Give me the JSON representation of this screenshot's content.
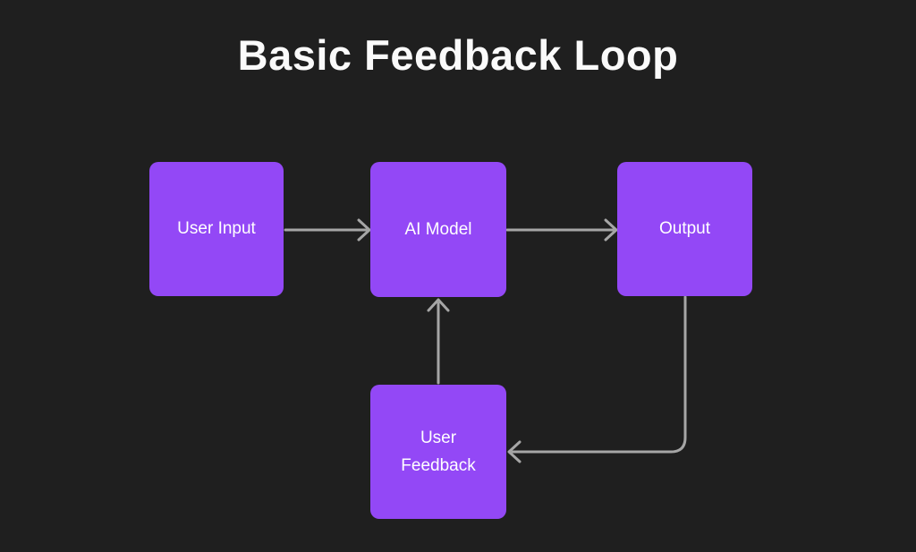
{
  "title": "Basic Feedback Loop",
  "colors": {
    "background": "#1f1f1f",
    "node_fill": "#9348f6",
    "node_text": "#ffffff",
    "connector": "#a6a6a6",
    "title_text": "#fafafa"
  },
  "nodes": [
    {
      "id": "user-input",
      "label": "User Input"
    },
    {
      "id": "ai-model",
      "label": "AI Model"
    },
    {
      "id": "output",
      "label": "Output"
    },
    {
      "id": "user-feedback",
      "label": "User Feedback"
    }
  ],
  "edges": [
    {
      "from": "User Input",
      "to": "AI Model",
      "direction": "right"
    },
    {
      "from": "AI Model",
      "to": "Output",
      "direction": "right"
    },
    {
      "from": "User Feedback",
      "to": "AI Model",
      "direction": "up"
    },
    {
      "from": "Output",
      "to": "User Feedback",
      "direction": "down-then-left"
    }
  ]
}
